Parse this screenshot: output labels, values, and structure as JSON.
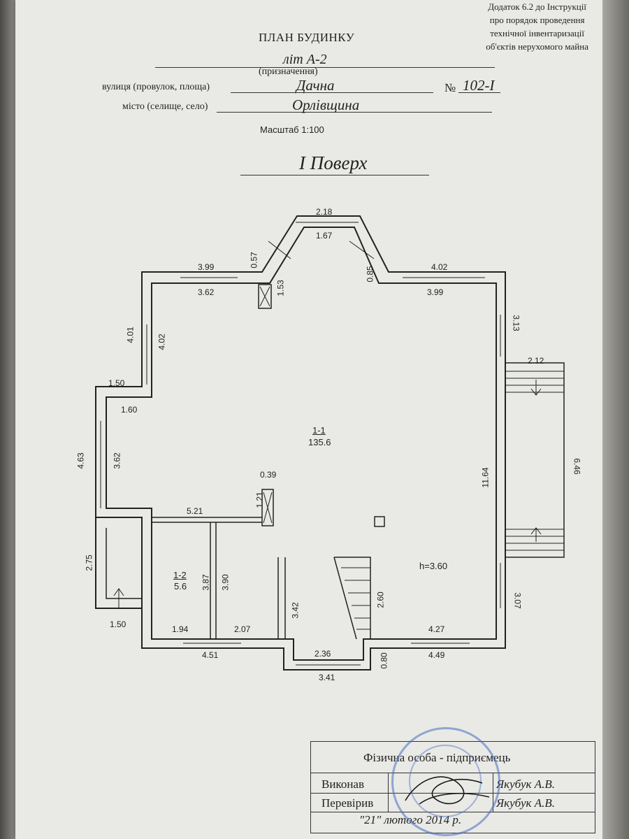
{
  "appendix": [
    "Додаток 6.2 до Інструкції",
    "про порядок проведення",
    "технічної інвентаризації",
    "об'єктів нерухомого майна"
  ],
  "header": {
    "title": "ПЛАН БУДИНКУ",
    "lit": "літ А-2",
    "purpose_caption": "(призначення)",
    "street_label": "вулиця (провулок, площа)",
    "street_value": "Дачна",
    "number_label": "№",
    "number_value": "102-І",
    "city_label": "місто (селище, село)",
    "city_value": "Орлівщина",
    "scale": "Масштаб 1:100",
    "floor": "І Поверх"
  },
  "dimensions": {
    "d218": "2.18",
    "d167": "1.67",
    "d057": "0.57",
    "d085": "0.85",
    "d153": "1.53",
    "d399": "3.99",
    "d362": "3.62",
    "d402t": "4.02",
    "d399b": "3.99",
    "d313": "3.13",
    "d401": "4.01",
    "d402": "4.02",
    "d212": "2.12",
    "d150": "1.50",
    "d160": "1.60",
    "d463": "4.63",
    "d362v": "3.62",
    "d646": "6.46",
    "d1164": "11.64",
    "d039": "0.39",
    "d121": "1.21",
    "d521": "5.21",
    "d275": "2.75",
    "d387": "3.87",
    "d390": "3.90",
    "d342": "3.42",
    "d260": "2.60",
    "d307": "3.07",
    "d150b": "1.50",
    "d194": "1.94",
    "d207": "2.07",
    "d427": "4.27",
    "d451": "4.51",
    "d236": "2.36",
    "d080": "0.80",
    "d449": "4.49",
    "d341": "3.41"
  },
  "rooms": {
    "r11_num": "1-1",
    "r11_area": "135.6",
    "r12_num": "1-2",
    "r12_area": "5.6",
    "height": "h=3.60"
  },
  "stamp": {
    "org": "Фізична особа - підприємець",
    "done_label": "Виконав",
    "done_name": "Якубук А.В.",
    "checked_label": "Перевірив",
    "checked_name": "Якубук А.В.",
    "date": "\"21\" лютого 2014 р."
  }
}
